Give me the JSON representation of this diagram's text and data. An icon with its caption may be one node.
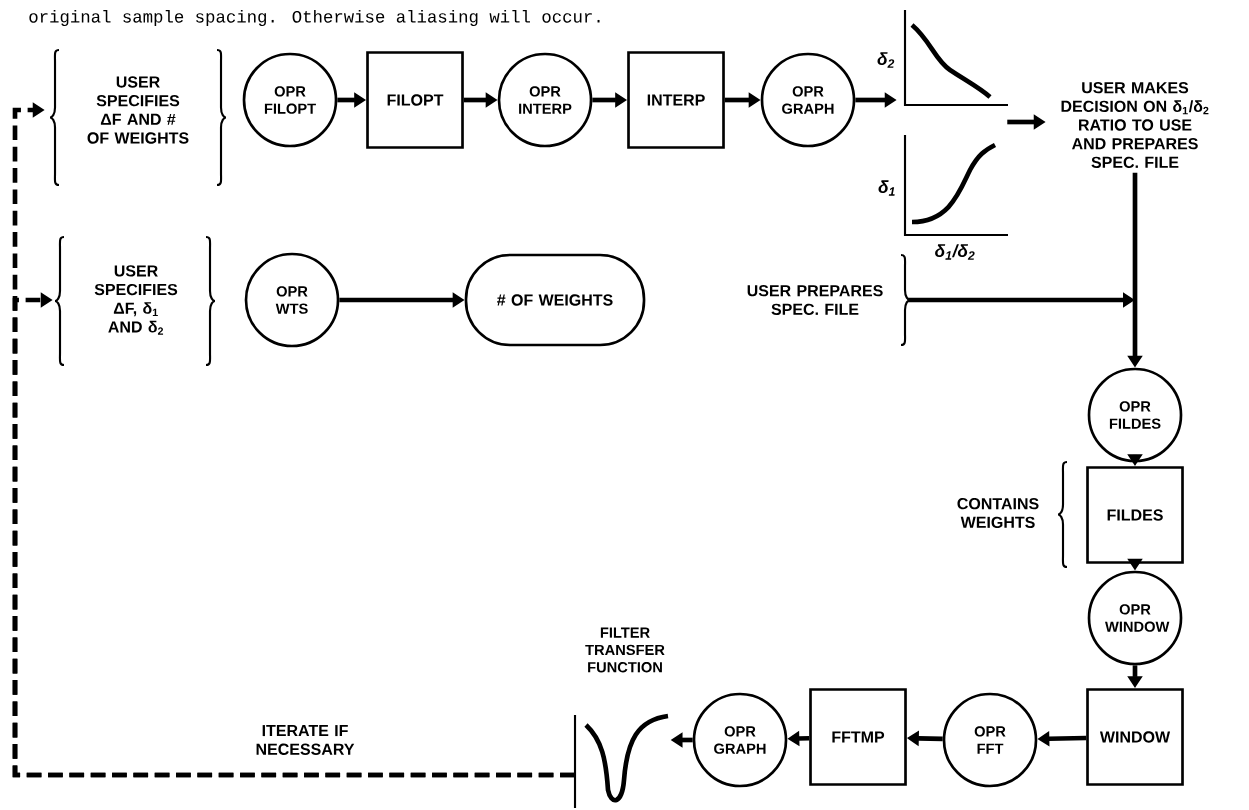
{
  "diagram": {
    "nodes": [
      {
        "text": [
          "USER SPECIFIES ΔF AND # OF WEIGHTS"
        ]
      },
      {
        "text": [
          "OPR FILOPT"
        ]
      },
      {
        "text": [
          "FILOPT"
        ]
      },
      {
        "text": [
          "OPR INTERP"
        ]
      },
      {
        "text": [
          "INTERP"
        ]
      },
      {
        "text": [
          "OPR GRAPH"
        ]
      },
      {
        "text": [],
        "shape": "picture",
        "beside": [
          "δ$_{2}$",
          "δ$_{1}$",
          "δ$_{1}$/δ$_{2}$"
        ]
      },
      {
        "text": [
          "USER MAKES DECISION ON δ$_{1}$/δ$_{2}$ RATIO TO USE AND PREPARES SPEC. FILE"
        ]
      },
      {
        "text": [
          "USER SPECIFIES ΔF, δ$_{1}$ AND δ$_{2}$"
        ]
      },
      {
        "text": [
          "OPR WTS"
        ]
      },
      {
        "text": [
          "# OF WEIGHTS"
        ]
      },
      {
        "text": [
          "USER PREPARES SPEC. FILE"
        ]
      },
      {
        "text": [
          "OPR FILDES"
        ]
      },
      {
        "text": [
          "FILDES"
        ],
        "beside": [
          "CONTAINS WEIGHTS"
        ]
      },
      {
        "text": [
          "OPR WINDOW"
        ]
      },
      {
        "text": [
          "WINDOW"
        ]
      },
      {
        "text": [
          "OPR FFT"
        ]
      },
      {
        "text": [
          "FFTMP"
        ]
      },
      {
        "text": [
          "OPR GRAPH"
        ]
      },
      {
        "text": [
          "FILTER TRANSFER FUNCTION"
        ]
      }
    ],
    "edges": [
      {
        "from": 1,
        "to": 2,
        "arrow": "to"
      },
      {
        "from": 2,
        "to": 3,
        "arrow": "to"
      },
      {
        "from": 3,
        "to": 4,
        "arrow": "to"
      },
      {
        "from": 4,
        "to": 5,
        "arrow": "to"
      },
      {
        "from": 5,
        "to": 6,
        "arrow": "to"
      },
      {
        "from": 6,
        "to": 7,
        "arrow": "to"
      },
      {
        "from": 7,
        "to": 12,
        "arrow": "to"
      },
      {
        "from": 9,
        "to": 10,
        "arrow": "to"
      },
      {
        "from": 11,
        "to": 12,
        "arrow": "to"
      },
      {
        "from": 12,
        "to": 13,
        "arrow": "to"
      },
      {
        "from": 13,
        "to": 14,
        "arrow": "to"
      },
      {
        "from": 14,
        "to": 15,
        "arrow": "to"
      },
      {
        "from": 15,
        "to": 16,
        "arrow": "to"
      },
      {
        "from": 16,
        "to": 17,
        "arrow": "to"
      },
      {
        "from": 17,
        "to": 18,
        "arrow": "to"
      },
      {
        "from": 18,
        "to": 19,
        "arrow": "to"
      },
      {
        "from": 19,
        "to": 0,
        "arrow": "to",
        "style": "dashed",
        "label": "ITERATE IF NECESSARY"
      },
      {
        "from": 19,
        "to": 8,
        "arrow": "to",
        "style": "dashed"
      }
    ],
    "labels": [
      "original sample spacing. Otherwise aliasing will occur."
    ]
  }
}
